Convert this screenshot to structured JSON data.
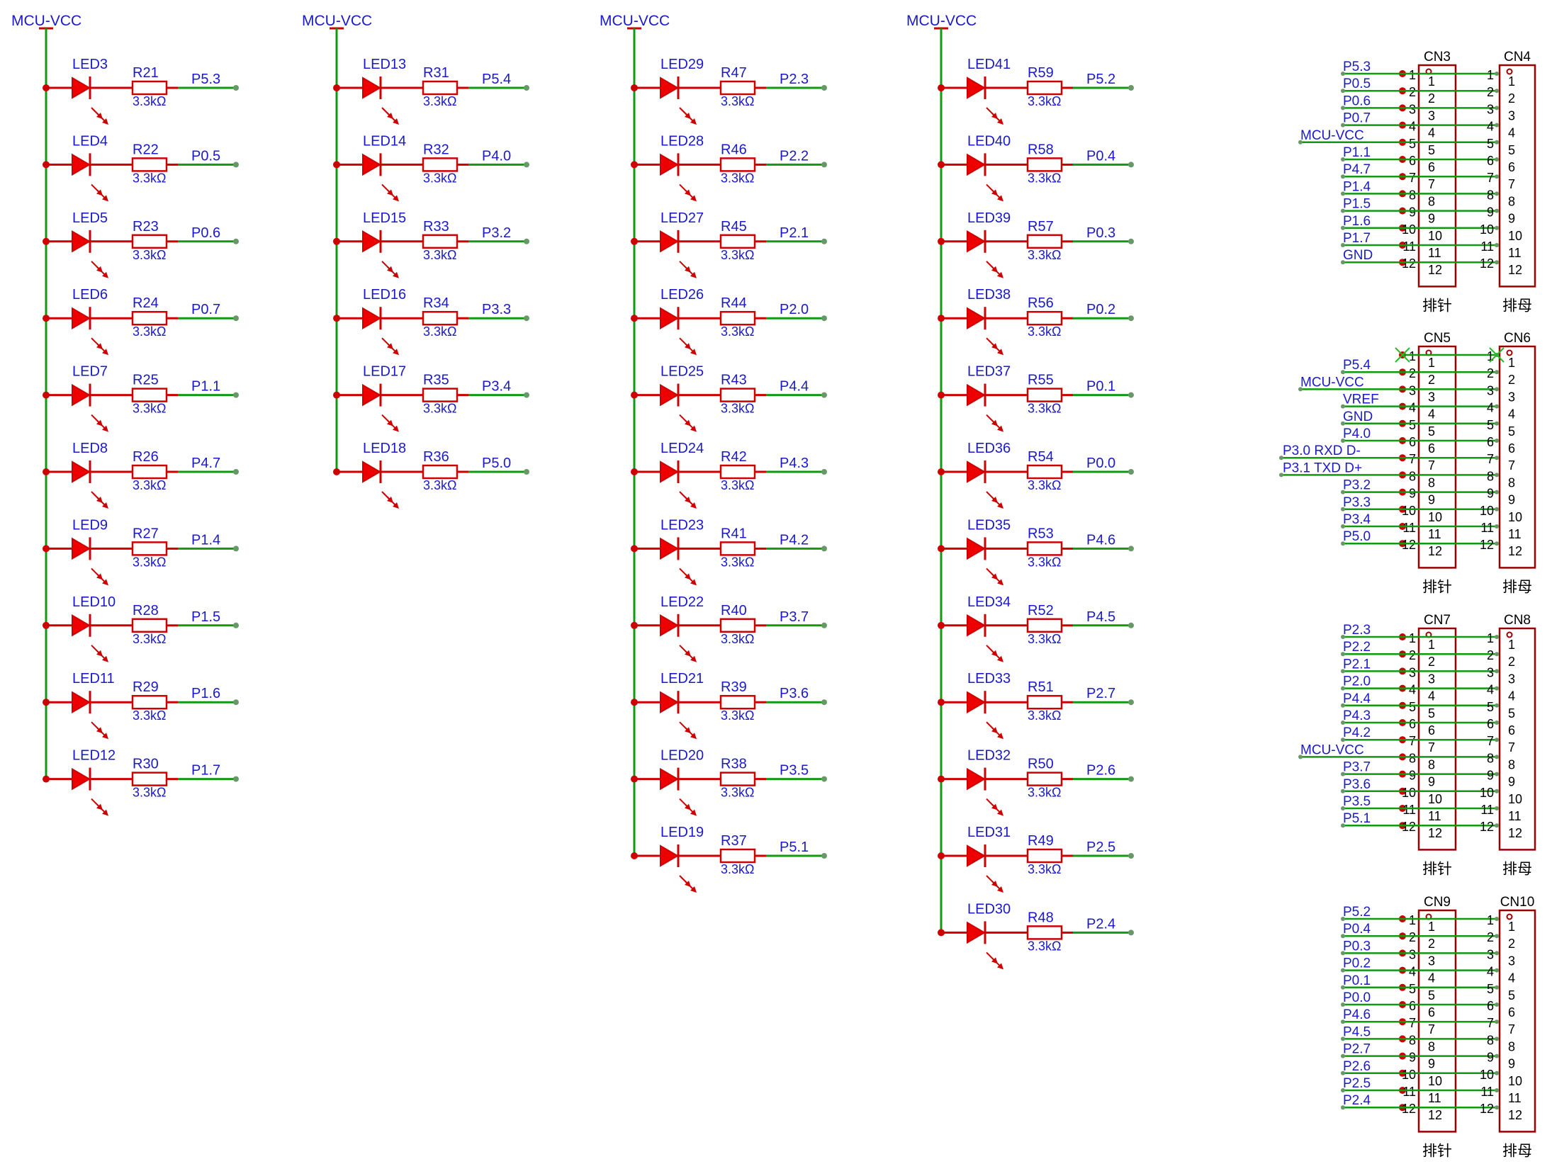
{
  "colors": {
    "wire_red": "#cc0000",
    "wire_green": "#119911",
    "net_blue": "#1a1acc",
    "led_fill": "#ee0000",
    "conn_border": "#990000",
    "text_black": "#000000",
    "pin_dot": "#669966",
    "no_connect": "#22bb22"
  },
  "led_columns": [
    {
      "power_label": "MCU-VCC",
      "rows": [
        {
          "led": "LED3",
          "res": "R21",
          "val": "3.3kΩ",
          "net": "P5.3"
        },
        {
          "led": "LED4",
          "res": "R22",
          "val": "3.3kΩ",
          "net": "P0.5"
        },
        {
          "led": "LED5",
          "res": "R23",
          "val": "3.3kΩ",
          "net": "P0.6"
        },
        {
          "led": "LED6",
          "res": "R24",
          "val": "3.3kΩ",
          "net": "P0.7"
        },
        {
          "led": "LED7",
          "res": "R25",
          "val": "3.3kΩ",
          "net": "P1.1"
        },
        {
          "led": "LED8",
          "res": "R26",
          "val": "3.3kΩ",
          "net": "P4.7"
        },
        {
          "led": "LED9",
          "res": "R27",
          "val": "3.3kΩ",
          "net": "P1.4"
        },
        {
          "led": "LED10",
          "res": "R28",
          "val": "3.3kΩ",
          "net": "P1.5"
        },
        {
          "led": "LED11",
          "res": "R29",
          "val": "3.3kΩ",
          "net": "P1.6"
        },
        {
          "led": "LED12",
          "res": "R30",
          "val": "3.3kΩ",
          "net": "P1.7"
        }
      ]
    },
    {
      "power_label": "MCU-VCC",
      "rows": [
        {
          "led": "LED13",
          "res": "R31",
          "val": "3.3kΩ",
          "net": "P5.4"
        },
        {
          "led": "LED14",
          "res": "R32",
          "val": "3.3kΩ",
          "net": "P4.0"
        },
        {
          "led": "LED15",
          "res": "R33",
          "val": "3.3kΩ",
          "net": "P3.2"
        },
        {
          "led": "LED16",
          "res": "R34",
          "val": "3.3kΩ",
          "net": "P3.3"
        },
        {
          "led": "LED17",
          "res": "R35",
          "val": "3.3kΩ",
          "net": "P3.4"
        },
        {
          "led": "LED18",
          "res": "R36",
          "val": "3.3kΩ",
          "net": "P5.0"
        }
      ]
    },
    {
      "power_label": "MCU-VCC",
      "rows": [
        {
          "led": "LED29",
          "res": "R47",
          "val": "3.3kΩ",
          "net": "P2.3"
        },
        {
          "led": "LED28",
          "res": "R46",
          "val": "3.3kΩ",
          "net": "P2.2"
        },
        {
          "led": "LED27",
          "res": "R45",
          "val": "3.3kΩ",
          "net": "P2.1"
        },
        {
          "led": "LED26",
          "res": "R44",
          "val": "3.3kΩ",
          "net": "P2.0"
        },
        {
          "led": "LED25",
          "res": "R43",
          "val": "3.3kΩ",
          "net": "P4.4"
        },
        {
          "led": "LED24",
          "res": "R42",
          "val": "3.3kΩ",
          "net": "P4.3"
        },
        {
          "led": "LED23",
          "res": "R41",
          "val": "3.3kΩ",
          "net": "P4.2"
        },
        {
          "led": "LED22",
          "res": "R40",
          "val": "3.3kΩ",
          "net": "P3.7"
        },
        {
          "led": "LED21",
          "res": "R39",
          "val": "3.3kΩ",
          "net": "P3.6"
        },
        {
          "led": "LED20",
          "res": "R38",
          "val": "3.3kΩ",
          "net": "P3.5"
        },
        {
          "led": "LED19",
          "res": "R37",
          "val": "3.3kΩ",
          "net": "P5.1"
        }
      ]
    },
    {
      "power_label": "MCU-VCC",
      "rows": [
        {
          "led": "LED41",
          "res": "R59",
          "val": "3.3kΩ",
          "net": "P5.2"
        },
        {
          "led": "LED40",
          "res": "R58",
          "val": "3.3kΩ",
          "net": "P0.4"
        },
        {
          "led": "LED39",
          "res": "R57",
          "val": "3.3kΩ",
          "net": "P0.3"
        },
        {
          "led": "LED38",
          "res": "R56",
          "val": "3.3kΩ",
          "net": "P0.2"
        },
        {
          "led": "LED37",
          "res": "R55",
          "val": "3.3kΩ",
          "net": "P0.1"
        },
        {
          "led": "LED36",
          "res": "R54",
          "val": "3.3kΩ",
          "net": "P0.0"
        },
        {
          "led": "LED35",
          "res": "R53",
          "val": "3.3kΩ",
          "net": "P4.6"
        },
        {
          "led": "LED34",
          "res": "R52",
          "val": "3.3kΩ",
          "net": "P4.5"
        },
        {
          "led": "LED33",
          "res": "R51",
          "val": "3.3kΩ",
          "net": "P2.7"
        },
        {
          "led": "LED32",
          "res": "R50",
          "val": "3.3kΩ",
          "net": "P2.6"
        },
        {
          "led": "LED31",
          "res": "R49",
          "val": "3.3kΩ",
          "net": "P2.5"
        },
        {
          "led": "LED30",
          "res": "R48",
          "val": "3.3kΩ",
          "net": "P2.4"
        }
      ]
    }
  ],
  "connector_groups": [
    {
      "left_name": "CN3",
      "right_name": "CN4",
      "left_caption": "排针",
      "right_caption": "排母",
      "pins": [
        "1",
        "2",
        "3",
        "4",
        "5",
        "6",
        "7",
        "8",
        "9",
        "10",
        "11",
        "12"
      ],
      "nets": [
        "P5.3",
        "P0.5",
        "P0.6",
        "P0.7",
        "MCU-VCC",
        "P1.1",
        "P4.7",
        "P1.4",
        "P1.5",
        "P1.6",
        "P1.7",
        "GND"
      ],
      "no_connect_pin": 0
    },
    {
      "left_name": "CN5",
      "right_name": "CN6",
      "left_caption": "排针",
      "right_caption": "排母",
      "pins": [
        "1",
        "2",
        "3",
        "4",
        "5",
        "6",
        "7",
        "8",
        "9",
        "10",
        "11",
        "12"
      ],
      "nets": [
        "",
        "P5.4",
        "MCU-VCC",
        "VREF",
        "GND",
        "P4.0",
        "P3.0  RXD  D-",
        "P3.1  TXD  D+",
        "P3.2",
        "P3.3",
        "P3.4",
        "P5.0"
      ],
      "no_connect_pin": 1
    },
    {
      "left_name": "CN7",
      "right_name": "CN8",
      "left_caption": "排针",
      "right_caption": "排母",
      "pins": [
        "1",
        "2",
        "3",
        "4",
        "5",
        "6",
        "7",
        "8",
        "9",
        "10",
        "11",
        "12"
      ],
      "nets": [
        "P2.3",
        "P2.2",
        "P2.1",
        "P2.0",
        "P4.4",
        "P4.3",
        "P4.2",
        "MCU-VCC",
        "P3.7",
        "P3.6",
        "P3.5",
        "P5.1"
      ],
      "no_connect_pin": 0
    },
    {
      "left_name": "CN9",
      "right_name": "CN10",
      "left_caption": "排针",
      "right_caption": "排母",
      "pins": [
        "1",
        "2",
        "3",
        "4",
        "5",
        "6",
        "7",
        "8",
        "9",
        "10",
        "11",
        "12"
      ],
      "nets": [
        "P5.2",
        "P0.4",
        "P0.3",
        "P0.2",
        "P0.1",
        "P0.0",
        "P4.6",
        "P4.5",
        "P2.7",
        "P2.6",
        "P2.5",
        "P2.4"
      ],
      "no_connect_pin": 0
    }
  ]
}
